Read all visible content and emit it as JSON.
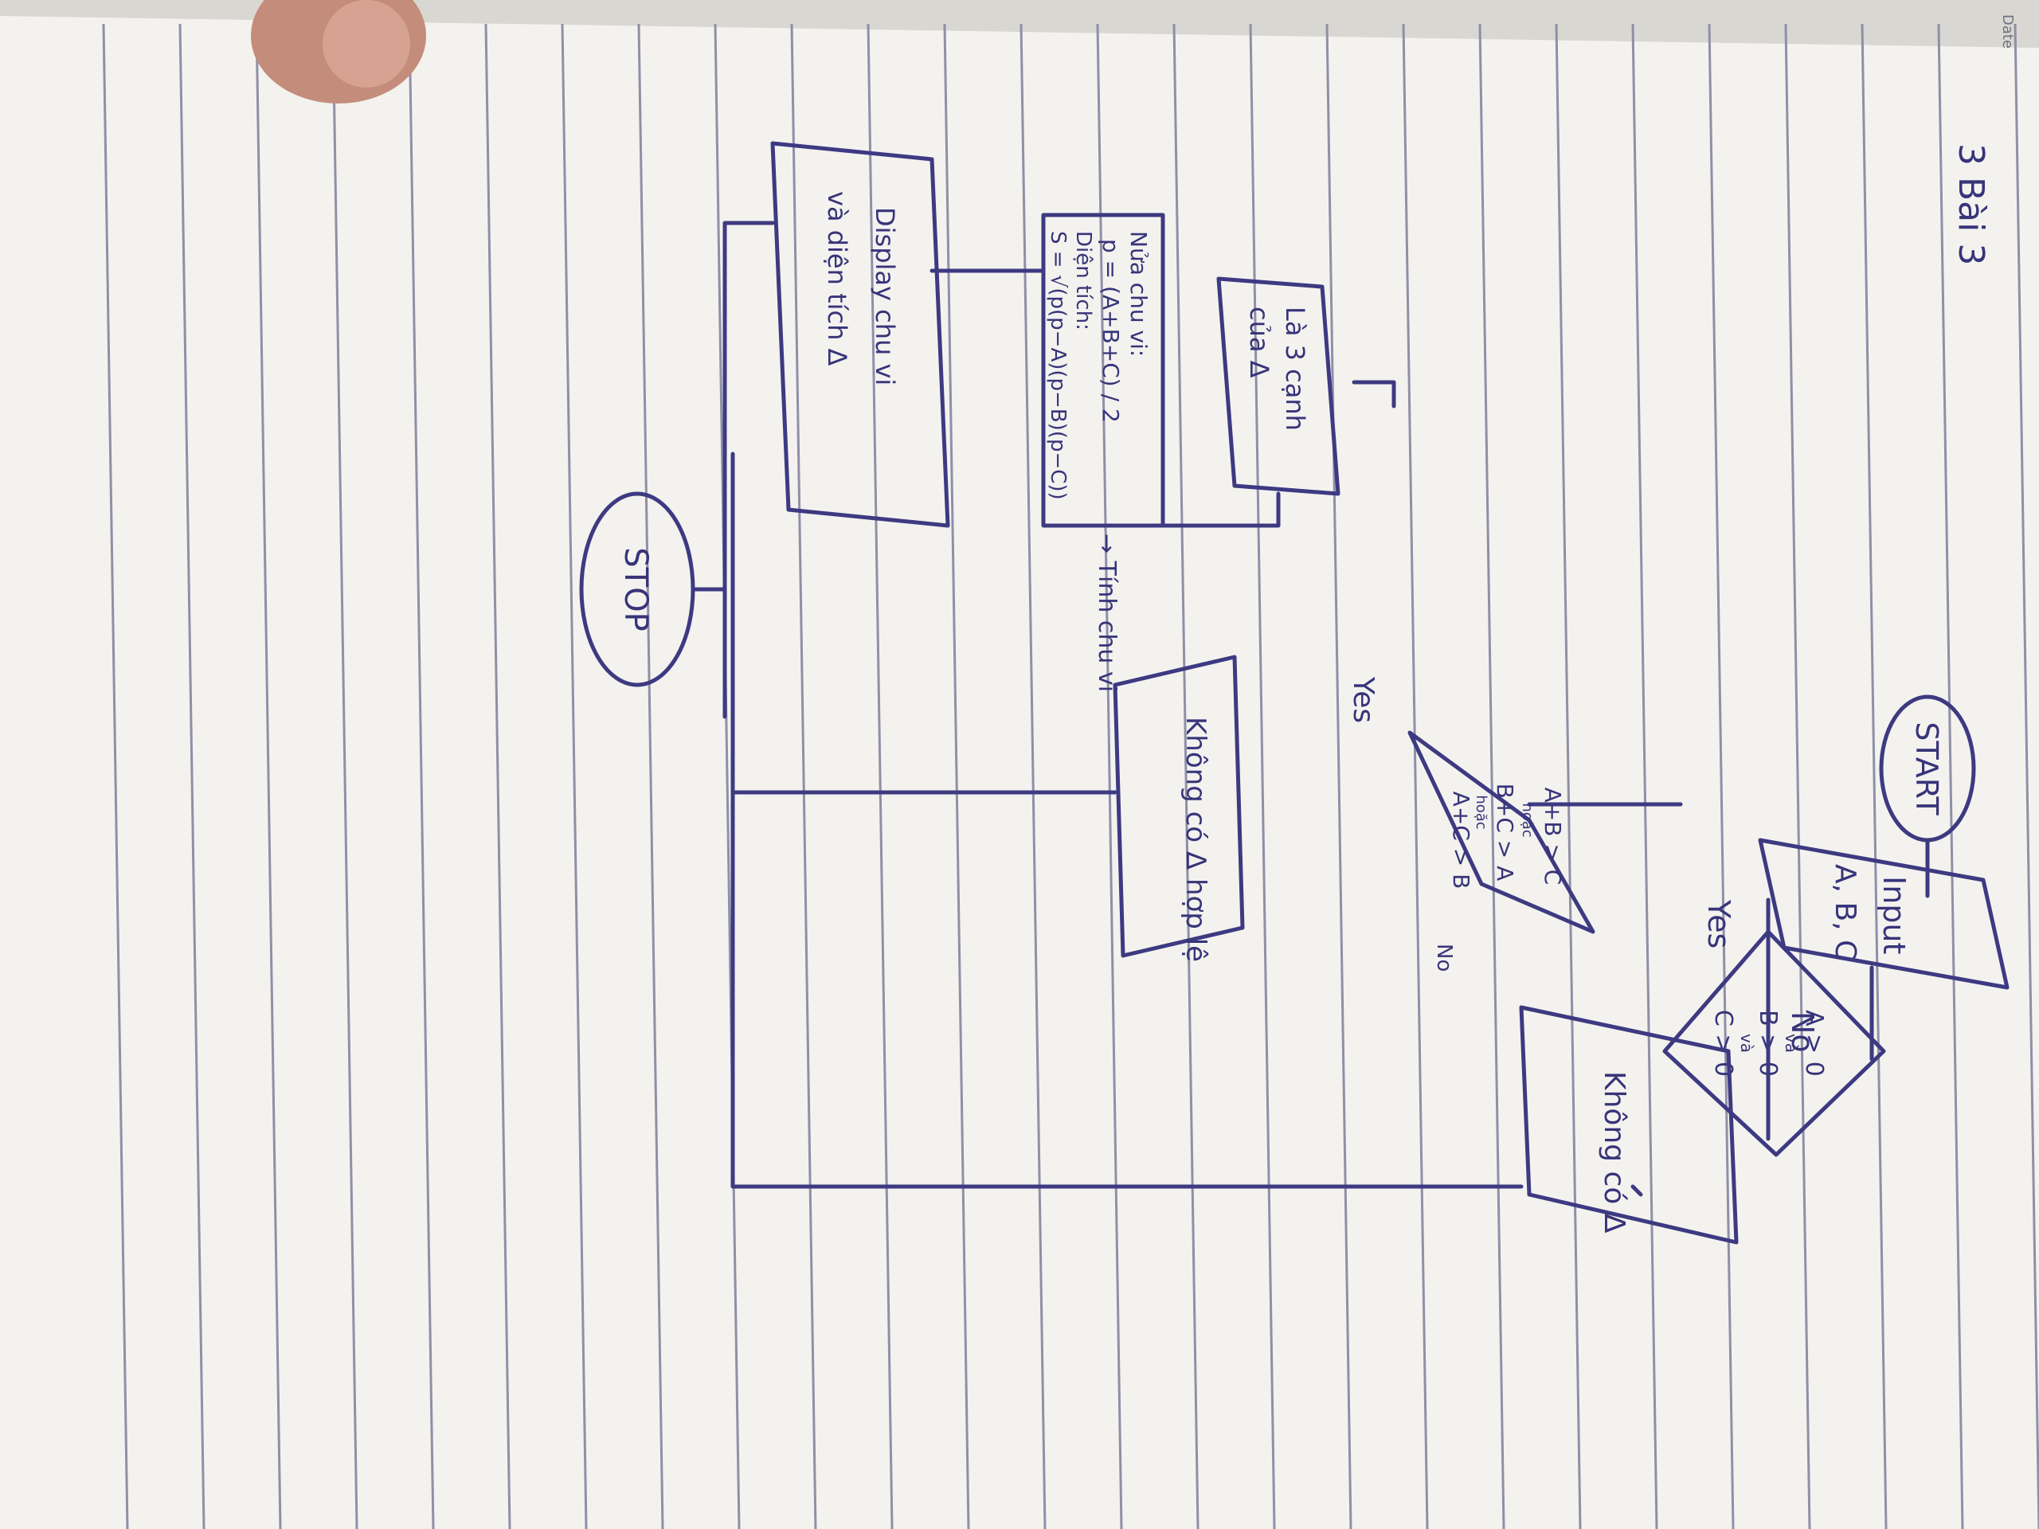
{
  "page": {
    "header_tag": "Date",
    "heading": "3 Bài 3",
    "paper_color": "#f3f2ee",
    "line_color": "#8f8fa8",
    "ink_color": "#3d3a82"
  },
  "flowchart": {
    "start": "START",
    "input": {
      "line1": "Input",
      "line2": "A, B, C"
    },
    "decision1": {
      "line1": "A > 0",
      "line2": "và",
      "line3": "B > 0",
      "line4": "và",
      "line5": "C > 0"
    },
    "decision1_yes": "Yes",
    "decision1_no": "No",
    "no_triangle": "Không có Δ",
    "decision2": {
      "line1": "A+B > C",
      "line2": "hoặc",
      "line3": "B+C > A",
      "line4": "hoặc",
      "line5": "A+C > B"
    },
    "decision2_yes": "Yes",
    "decision2_no": "No",
    "invalid_triangle": "Không có Δ hợp lệ",
    "triangle_label": {
      "line1": "Là 3 cạnh",
      "line2": "của Δ"
    },
    "process": {
      "line1": "Nửa chu vi:",
      "line2": "p = (A+B+C) / 2",
      "line3": "Diện tích:",
      "line4": "S = √(p(p−A)(p−B)(p−C))"
    },
    "process_note": "→ Tính chu vi",
    "display": {
      "line1": "Display chu vi",
      "line2": "và diện tích Δ"
    },
    "stop": "STOP"
  }
}
